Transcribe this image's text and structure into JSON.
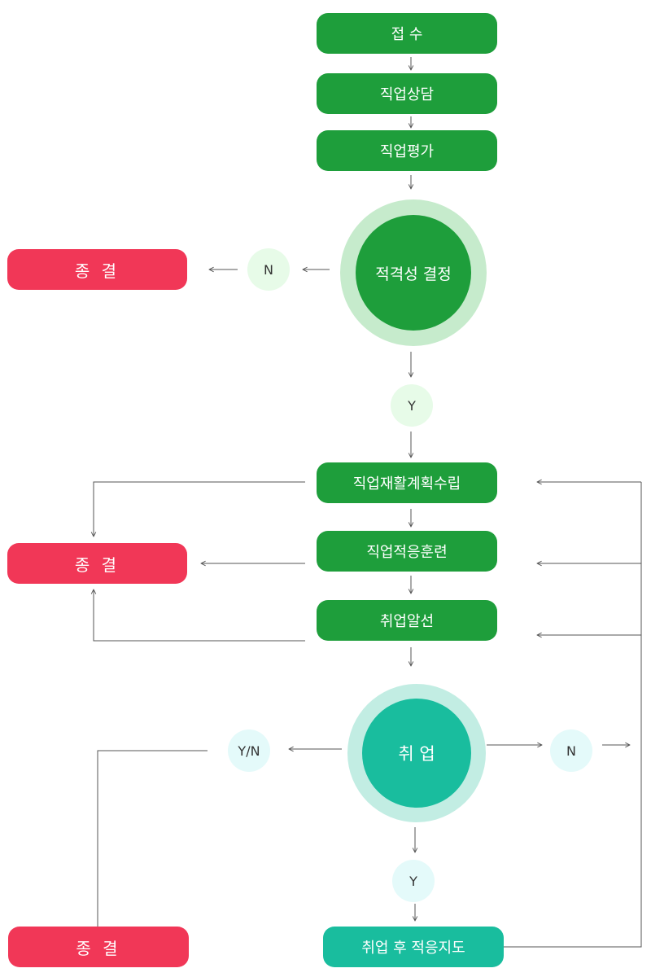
{
  "steps": {
    "reception": "접 수",
    "counseling": "직업상담",
    "evaluation": "직업평가",
    "eligibility": "적격성 결정",
    "plan": "직업재활계획수립",
    "training": "직업적응훈련",
    "placement": "취업알선",
    "employment": "취 업",
    "followup": "취업 후 적응지도"
  },
  "terminations": {
    "top": "종 결",
    "middle": "종 결",
    "bottom": "종 결"
  },
  "decisions": {
    "eligibility_no": "N",
    "eligibility_yes": "Y",
    "employment_yn": "Y/N",
    "employment_no": "N",
    "employment_yes": "Y"
  },
  "colors": {
    "step_green": "#1e9e3b",
    "step_teal": "#19bd9e",
    "termination_red": "#f13757",
    "ring_green": "#c6ebcc",
    "ring_teal": "#c2ede3",
    "badge_green": "#e7fbe8",
    "badge_cyan": "#e4fafa",
    "line": "#555555"
  }
}
